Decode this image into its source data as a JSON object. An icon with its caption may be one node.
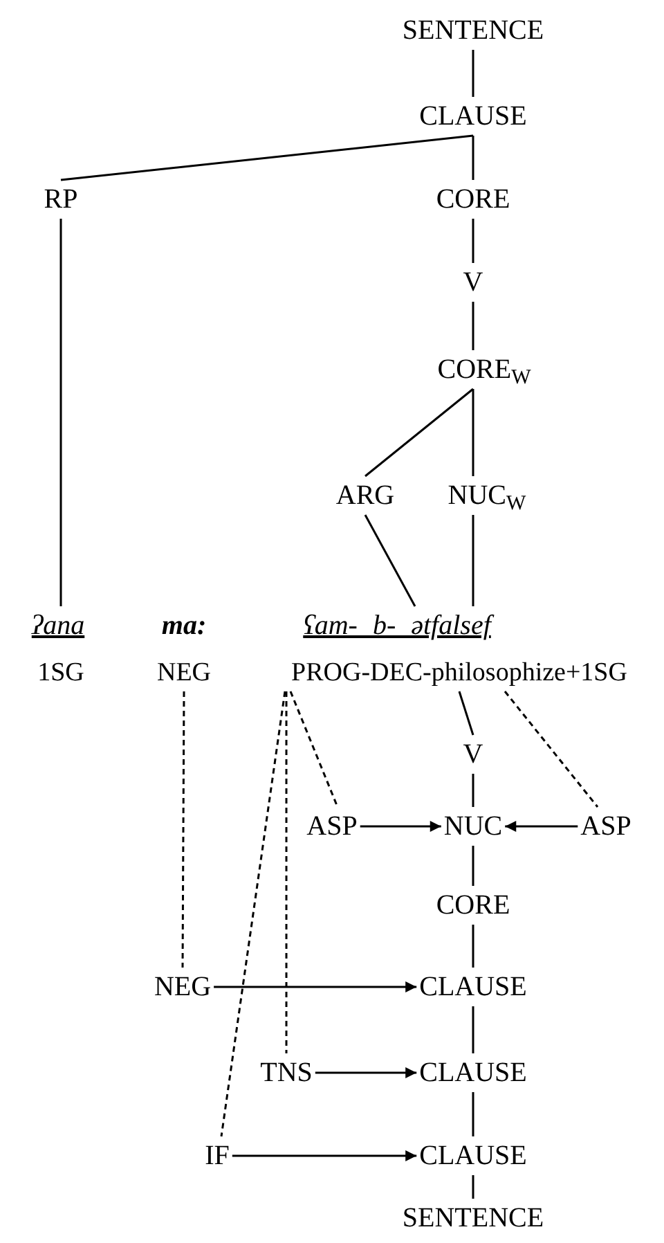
{
  "diagram": {
    "nodes": [
      {
        "text": [
          "SENTENCE"
        ]
      },
      {
        "text": [
          "CLAUSE"
        ]
      },
      {
        "text": [
          "RP"
        ]
      },
      {
        "text": [
          "CORE"
        ]
      },
      {
        "text": [
          "V"
        ]
      },
      {
        "text": [
          "CORE$_{W}$"
        ]
      },
      {
        "text": [
          "ARG"
        ]
      },
      {
        "text": [
          "NUC$_{W}$"
        ]
      },
      {
        "text": [
          "ʔana"
        ]
      },
      {
        "text": [
          "ma:"
        ]
      },
      {
        "text": [
          "ʕam- b- ətfalsef"
        ]
      },
      {
        "text": [
          "1SG"
        ]
      },
      {
        "text": [
          "NEG"
        ]
      },
      {
        "text": [
          "PROG-DEC-philosophize+1SG"
        ]
      },
      {
        "text": [
          "V"
        ]
      },
      {
        "text": [
          "ASP"
        ]
      },
      {
        "text": [
          "NUC"
        ]
      },
      {
        "text": [
          "ASP"
        ]
      },
      {
        "text": [
          "CORE"
        ]
      },
      {
        "text": [
          "NEG"
        ]
      },
      {
        "text": [
          "CLAUSE"
        ]
      },
      {
        "text": [
          "TNS"
        ]
      },
      {
        "text": [
          "CLAUSE"
        ]
      },
      {
        "text": [
          "IF"
        ]
      },
      {
        "text": [
          "CLAUSE"
        ]
      },
      {
        "text": [
          "SENTENCE"
        ]
      }
    ],
    "edges": [
      {
        "from": 0,
        "to": 1,
        "arrow": "none"
      },
      {
        "from": 1,
        "to": 2,
        "arrow": "none"
      },
      {
        "from": 1,
        "to": 3,
        "arrow": "none"
      },
      {
        "from": 3,
        "to": 4,
        "arrow": "none"
      },
      {
        "from": 4,
        "to": 5,
        "arrow": "none"
      },
      {
        "from": 5,
        "to": 6,
        "arrow": "none"
      },
      {
        "from": 5,
        "to": 7,
        "arrow": "none"
      },
      {
        "from": 2,
        "to": 8,
        "arrow": "none"
      },
      {
        "from": 6,
        "to": 10,
        "arrow": "none"
      },
      {
        "from": 7,
        "to": 10,
        "arrow": "none"
      },
      {
        "from": 13,
        "to": 14,
        "arrow": "none"
      },
      {
        "from": 14,
        "to": 16,
        "arrow": "none"
      },
      {
        "from": 15,
        "to": 16,
        "arrow": "to"
      },
      {
        "from": 17,
        "to": 16,
        "arrow": "to"
      },
      {
        "from": 16,
        "to": 18,
        "arrow": "none"
      },
      {
        "from": 18,
        "to": 20,
        "arrow": "none"
      },
      {
        "from": 20,
        "to": 22,
        "arrow": "none"
      },
      {
        "from": 22,
        "to": 24,
        "arrow": "none"
      },
      {
        "from": 24,
        "to": 25,
        "arrow": "none"
      },
      {
        "from": 12,
        "to": 19,
        "arrow": "none",
        "style": "dashed"
      },
      {
        "from": 19,
        "to": 20,
        "arrow": "to"
      },
      {
        "from": 21,
        "to": 22,
        "arrow": "to"
      },
      {
        "from": 23,
        "to": 24,
        "arrow": "to"
      },
      {
        "from": 13,
        "to": 15,
        "arrow": "none",
        "style": "dashed"
      },
      {
        "from": 13,
        "to": 21,
        "arrow": "none",
        "style": "dashed"
      },
      {
        "from": 13,
        "to": 23,
        "arrow": "none",
        "style": "dashed"
      },
      {
        "from": 13,
        "to": 17,
        "arrow": "none",
        "style": "dashed"
      }
    ]
  }
}
